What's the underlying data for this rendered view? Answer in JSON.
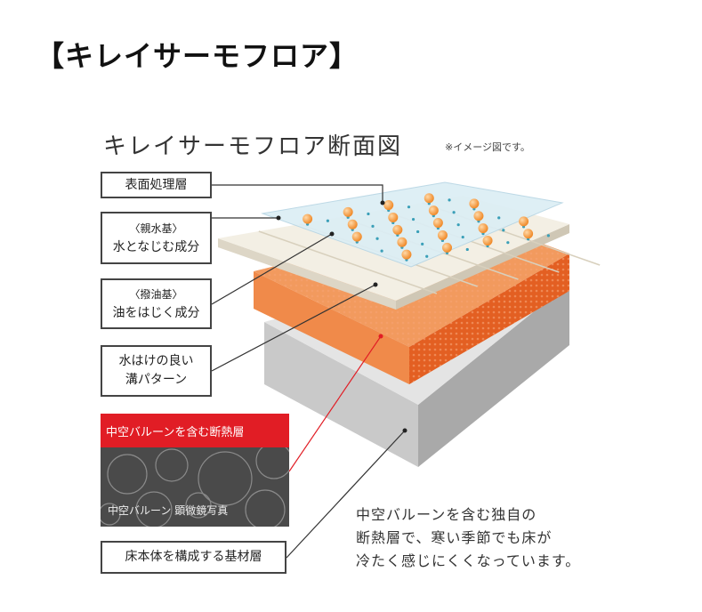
{
  "main_title": "【キレイサーモフロア】",
  "diagram": {
    "title": "キレイサーモフロア断面図",
    "note": "※イメージ図です。",
    "labels": {
      "surface": "表面処理層",
      "hydrophilic_tag": "〈親水基〉",
      "hydrophilic_desc": "水となじむ成分",
      "oleophobic_tag": "〈撥油基〉",
      "oleophobic_desc": "油をはじく成分",
      "groove_1": "水はけの良い",
      "groove_2": "溝パターン",
      "insulation": "中空バルーンを含む断熱層",
      "photo_caption": "中空バルーン 顕微鏡写真",
      "base": "床本体を構成する基材層"
    },
    "description": [
      "中空バルーンを含む独自の",
      "断熱層で、寒い季節でも床が",
      "冷たく感じにくくなっています。"
    ]
  },
  "colors": {
    "accent_red": "#e11d25",
    "orange_layer": "#ee7a3a",
    "gray_layer": "#d4d4d4"
  }
}
